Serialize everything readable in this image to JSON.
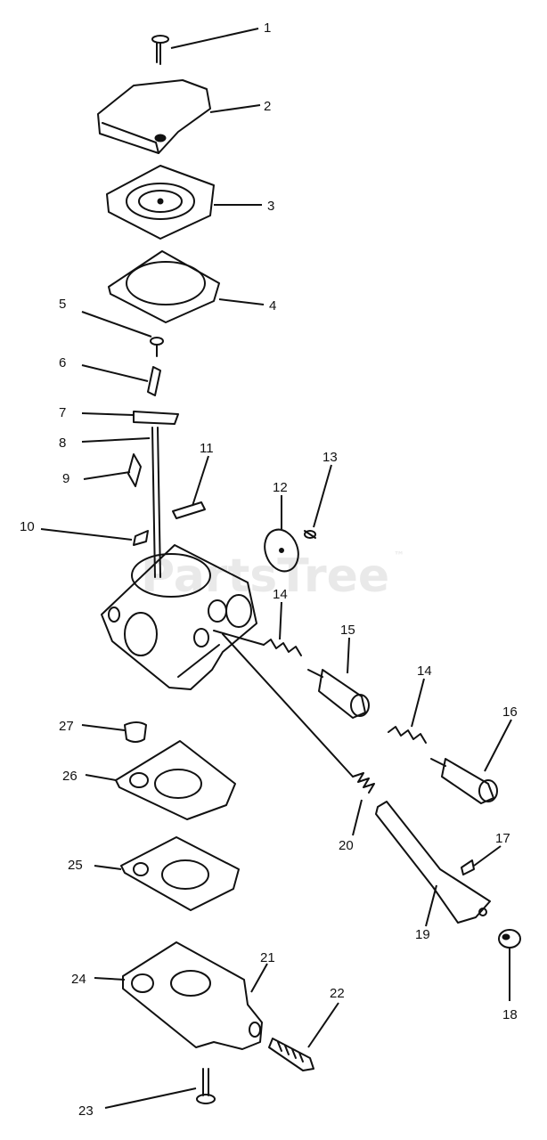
{
  "watermark": "PartsTree",
  "watermark_mark": "™",
  "callouts": {
    "c1": "1",
    "c2": "2",
    "c3": "3",
    "c4": "4",
    "c5": "5",
    "c6": "6",
    "c7": "7",
    "c8": "8",
    "c9": "9",
    "c10": "10",
    "c11": "11",
    "c12": "12",
    "c13": "13",
    "c14a": "14",
    "c14b": "14",
    "c15": "15",
    "c16": "16",
    "c17": "17",
    "c18": "18",
    "c19": "19",
    "c20": "20",
    "c21": "21",
    "c22": "22",
    "c23": "23",
    "c24": "24",
    "c25": "25",
    "c26": "26",
    "c27": "27"
  }
}
